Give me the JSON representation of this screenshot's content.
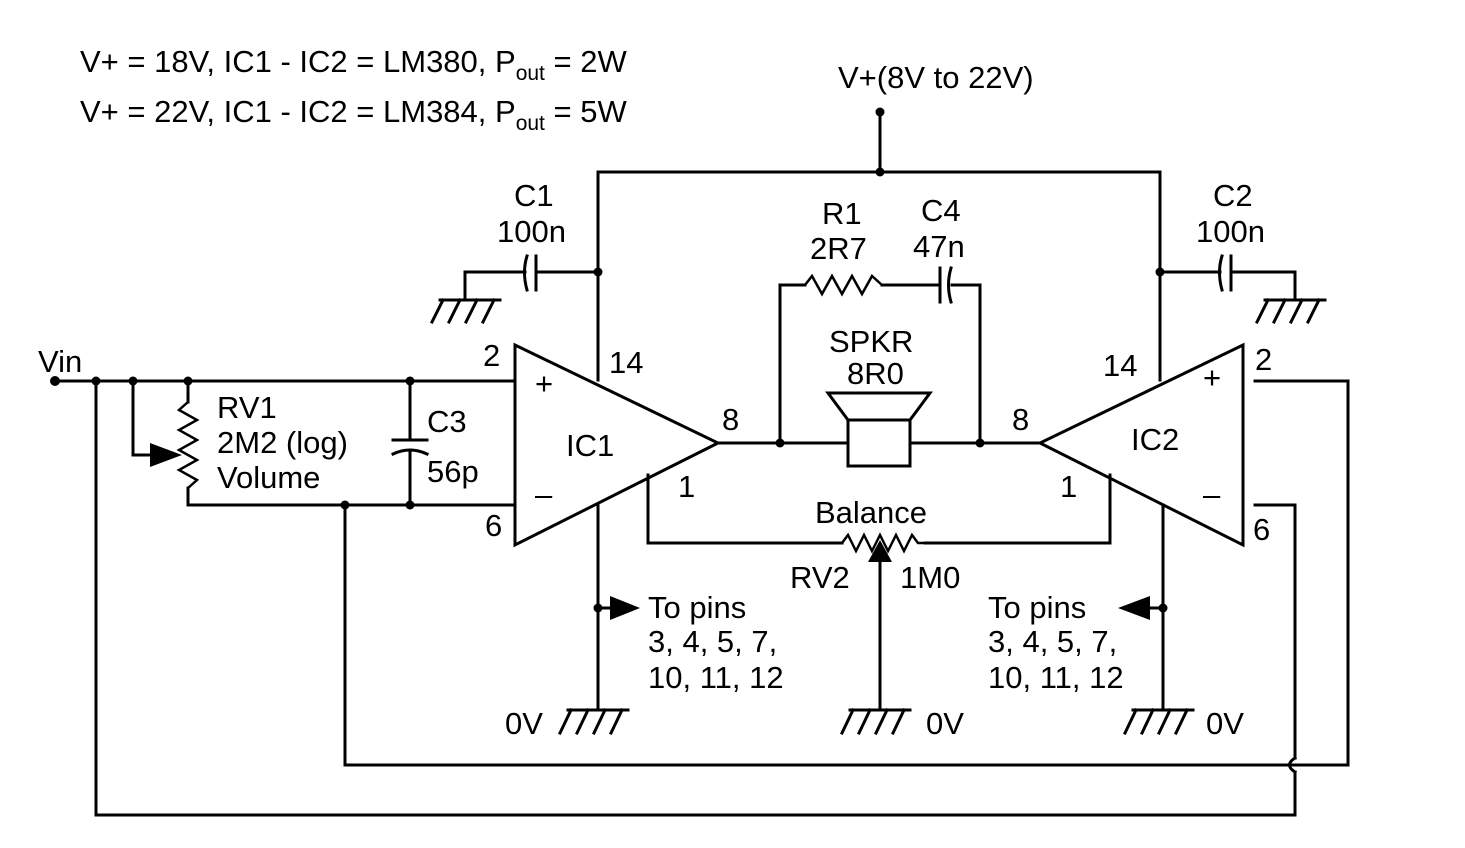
{
  "header": {
    "line1": {
      "pre": "V+ = 18V, IC1 - IC2 = LM380, P",
      "sub": "out",
      "post": " = 2W"
    },
    "line2": {
      "pre": "V+ = 22V, IC1 - IC2 = LM384, P",
      "sub": "out",
      "post": " = 5W"
    }
  },
  "supply_label": "V+(8V to 22V)",
  "input_label": "Vin",
  "c1": {
    "ref": "C1",
    "value": "100n"
  },
  "c2": {
    "ref": "C2",
    "value": "100n"
  },
  "c3": {
    "ref": "C3",
    "value": "56p"
  },
  "c4": {
    "ref": "C4",
    "value": "47n"
  },
  "r1": {
    "ref": "R1",
    "value": "2R7"
  },
  "rv1": {
    "ref": "RV1",
    "value": "2M2 (log)",
    "name": "Volume"
  },
  "rv2": {
    "ref": "RV2",
    "value": "1M0",
    "name": "Balance"
  },
  "speaker": {
    "ref": "SPKR",
    "value": "8R0"
  },
  "ic1": {
    "ref": "IC1",
    "pin_in_plus": "2",
    "pin_in_minus": "6",
    "pin_vcc": "14",
    "pin_out": "8",
    "pin_bal": "1",
    "plus": "+",
    "minus": "–"
  },
  "ic2": {
    "ref": "IC2",
    "pin_in_plus": "2",
    "pin_in_minus": "6",
    "pin_vcc": "14",
    "pin_out": "8",
    "pin_bal": "1",
    "plus": "+",
    "minus": "–"
  },
  "gnd_pins_left": {
    "line1": "To pins",
    "line2": "3, 4, 5, 7,",
    "line3": "10, 11, 12"
  },
  "gnd_pins_right": {
    "line1": "To pins",
    "line2": "3, 4, 5, 7,",
    "line3": "10, 11, 12"
  },
  "ground_label": "0V"
}
